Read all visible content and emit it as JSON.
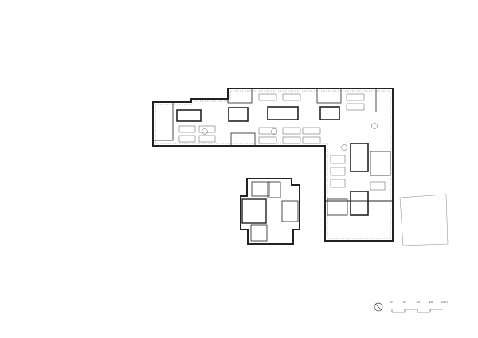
{
  "drawing": {
    "type": "floor plan",
    "buildings": [
      {
        "name": "office-l-block",
        "description": "L-shaped office floor with open workstations, meeting rooms, cores and stairs"
      },
      {
        "name": "villa",
        "description": "historic square villa with rooms and central hall"
      },
      {
        "name": "neighbor-outline",
        "description": "outline of neighbouring building"
      }
    ]
  },
  "scale_bar": {
    "ticks": [
      "0",
      "5",
      "10",
      "15",
      "20m"
    ]
  },
  "north_arrow": {
    "icon": "north-arrow-icon"
  },
  "colors": {
    "line": "#222222",
    "light_line": "#888888",
    "background": "#ffffff"
  }
}
